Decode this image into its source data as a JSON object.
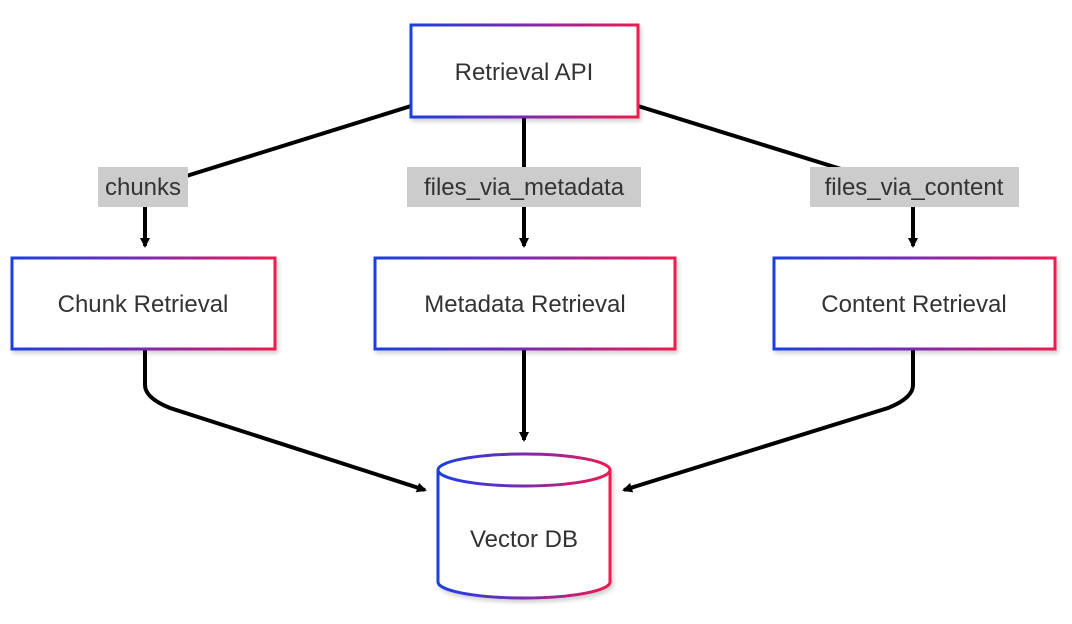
{
  "nodes": {
    "retrieval_api": "Retrieval API",
    "chunk_retrieval": "Chunk Retrieval",
    "metadata_retrieval": "Metadata Retrieval",
    "content_retrieval": "Content Retrieval",
    "vector_db": "Vector DB"
  },
  "edges": {
    "chunks": "chunks",
    "files_via_metadata": "files_via_metadata",
    "files_via_content": "files_via_content"
  },
  "colors": {
    "gradient_start": "#1a3fe0",
    "gradient_mid": "#7a2bb0",
    "gradient_end": "#ee1a50",
    "edge": "#000000",
    "edge_label_bg": "#cccccc",
    "text": "#333333"
  }
}
